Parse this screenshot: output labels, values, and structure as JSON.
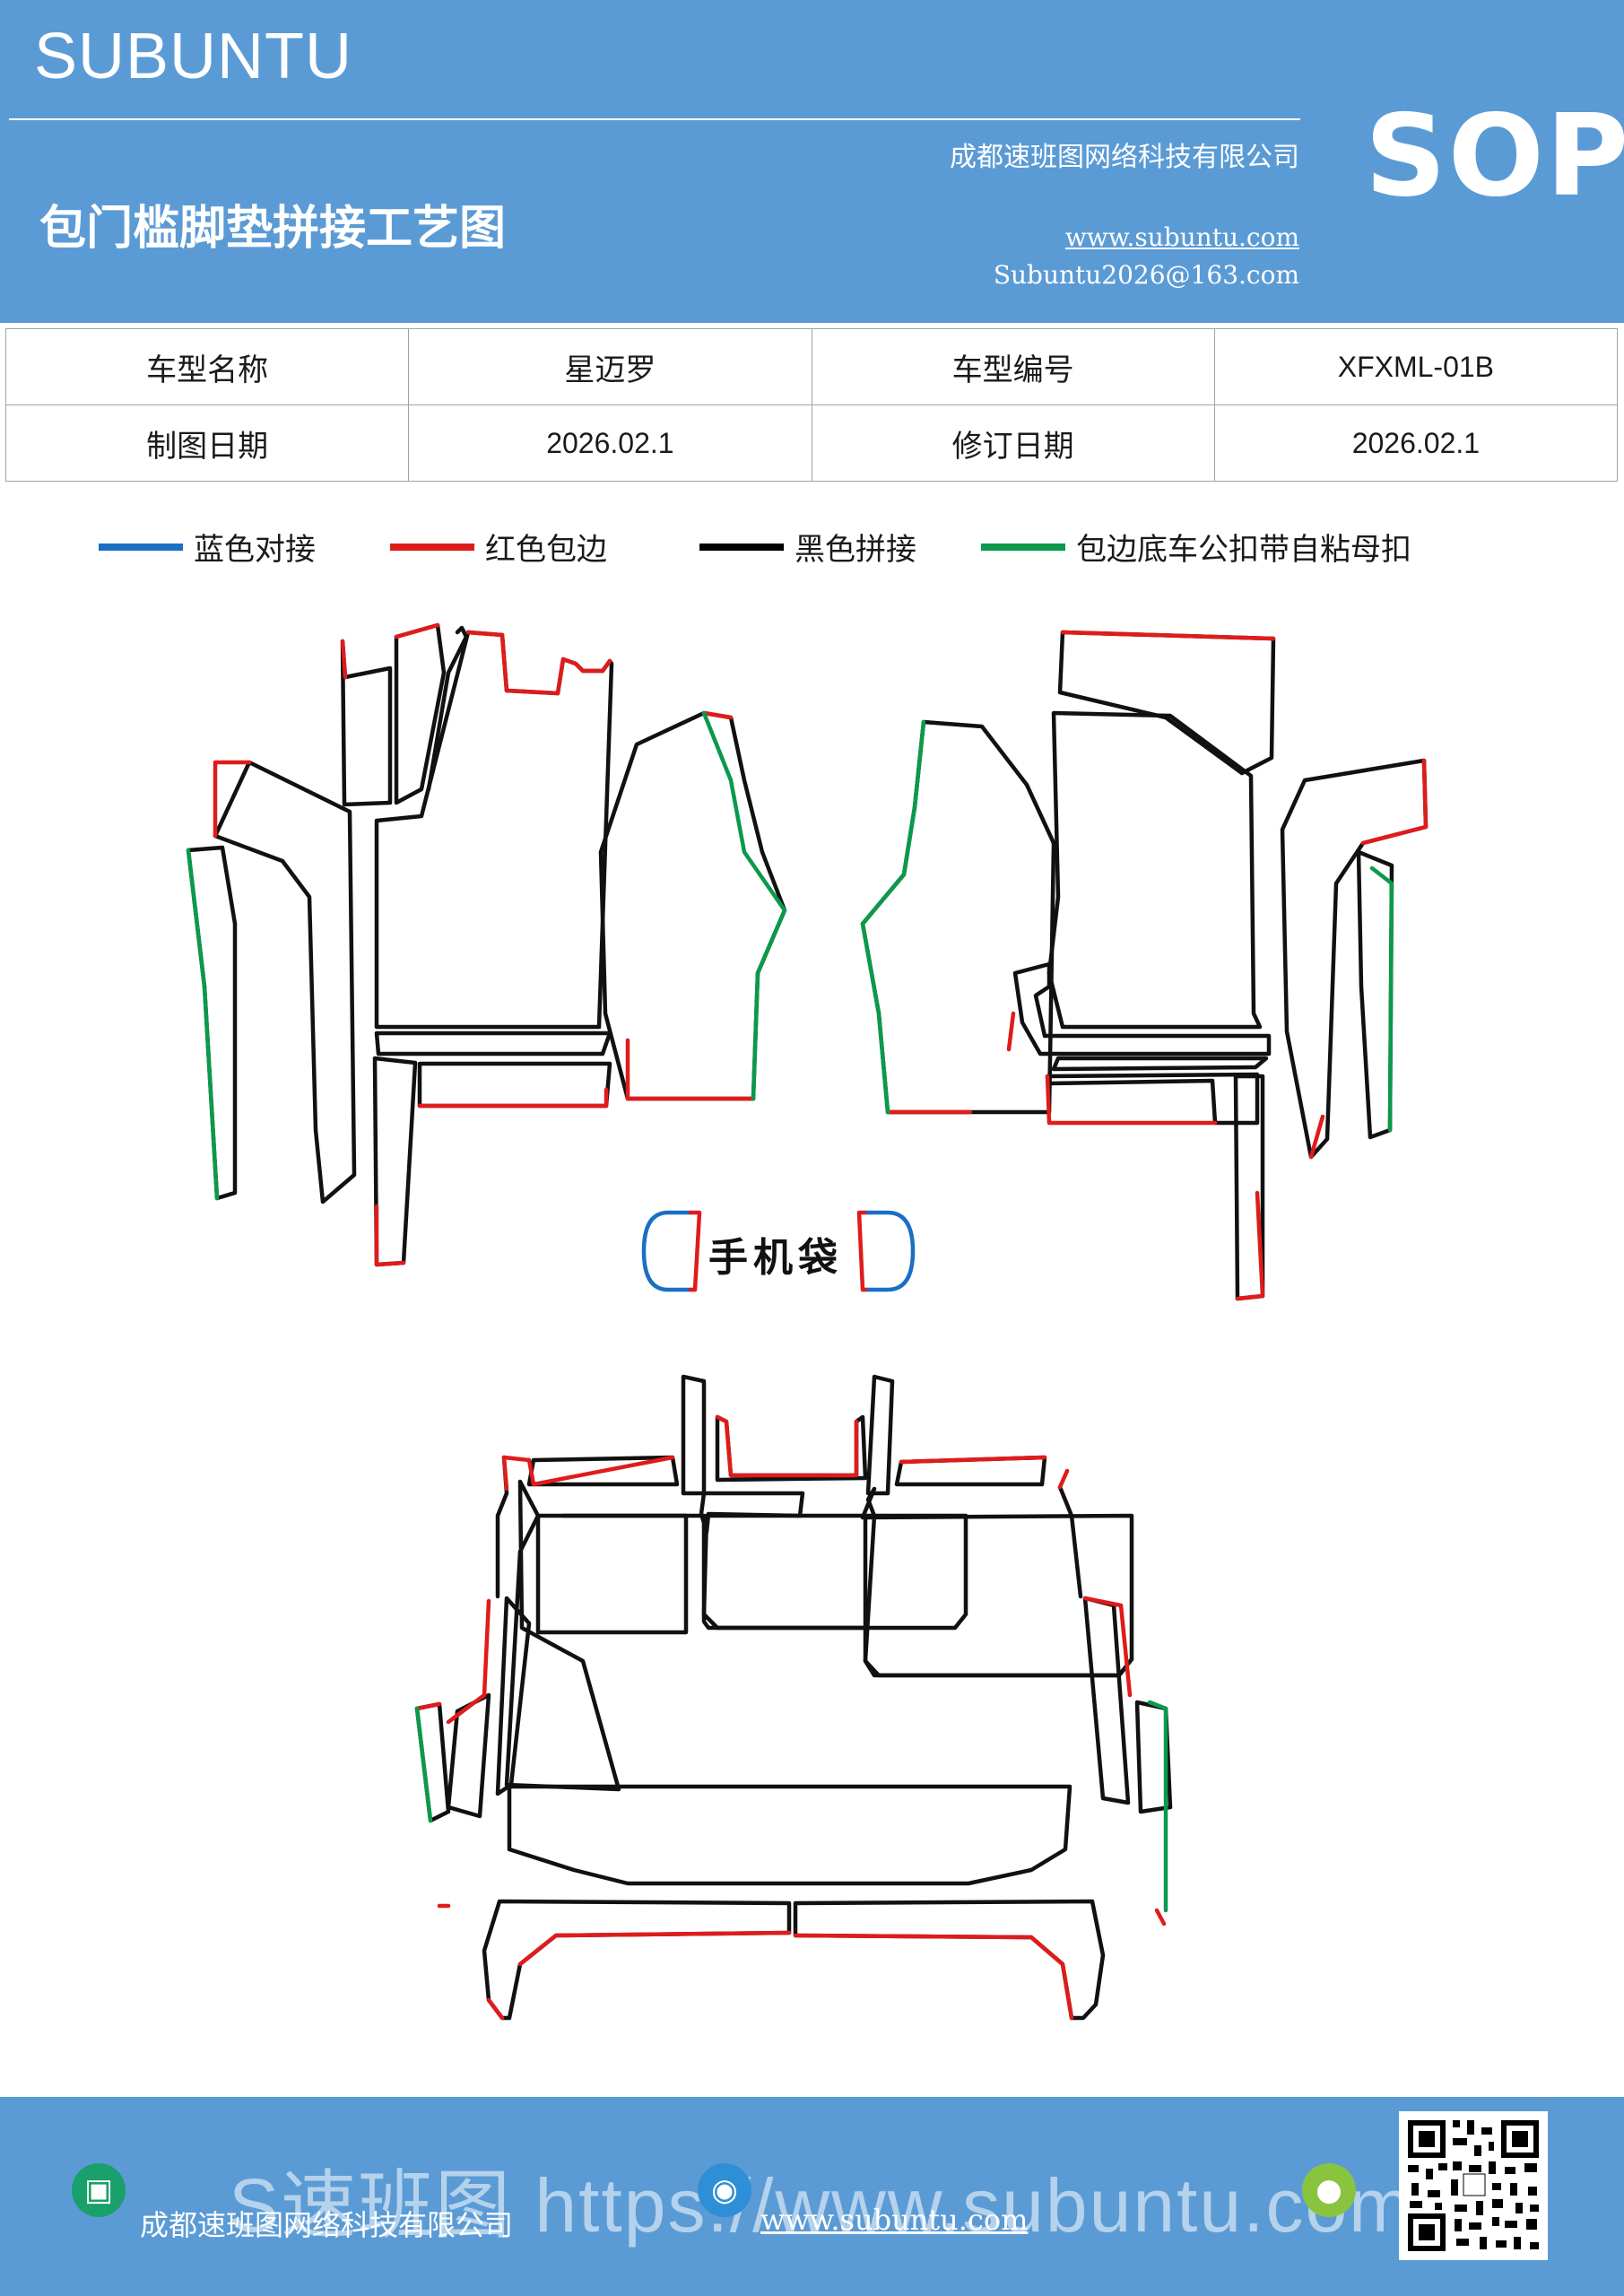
{
  "header": {
    "brand": "SUBUNTU",
    "title": "包门槛脚垫拼接工艺图",
    "company": "成都速班图网络科技有限公司",
    "website": "www.subuntu.com",
    "email": "Subuntu2026@163.com",
    "badge": "SOP"
  },
  "info_table": {
    "rows": [
      [
        "车型名称",
        "星迈罗",
        "车型编号",
        "XFXML-01B"
      ],
      [
        "制图日期",
        "2026.02.1",
        "修订日期",
        "2026.02.1"
      ]
    ]
  },
  "legend": [
    {
      "label": "蓝色对接",
      "color": "#1a6fc4"
    },
    {
      "label": "红色包边",
      "color": "#e01b1b"
    },
    {
      "label": "黑色拼接",
      "color": "#000000"
    },
    {
      "label": "包边底车公扣带自粘母扣",
      "color": "#0a9a4a"
    }
  ],
  "drawing": {
    "pocket_label": "手机袋"
  },
  "footer": {
    "company": "成都速班图网络科技有限公司",
    "website": "www.subuntu.com",
    "watermark": "S速班图 https://www.subuntu.com"
  },
  "icons": {
    "company_icon": "building-icon",
    "website_icon": "globe-icon",
    "wechat_icon": "wechat-icon",
    "qr": "qr-code-icon"
  }
}
